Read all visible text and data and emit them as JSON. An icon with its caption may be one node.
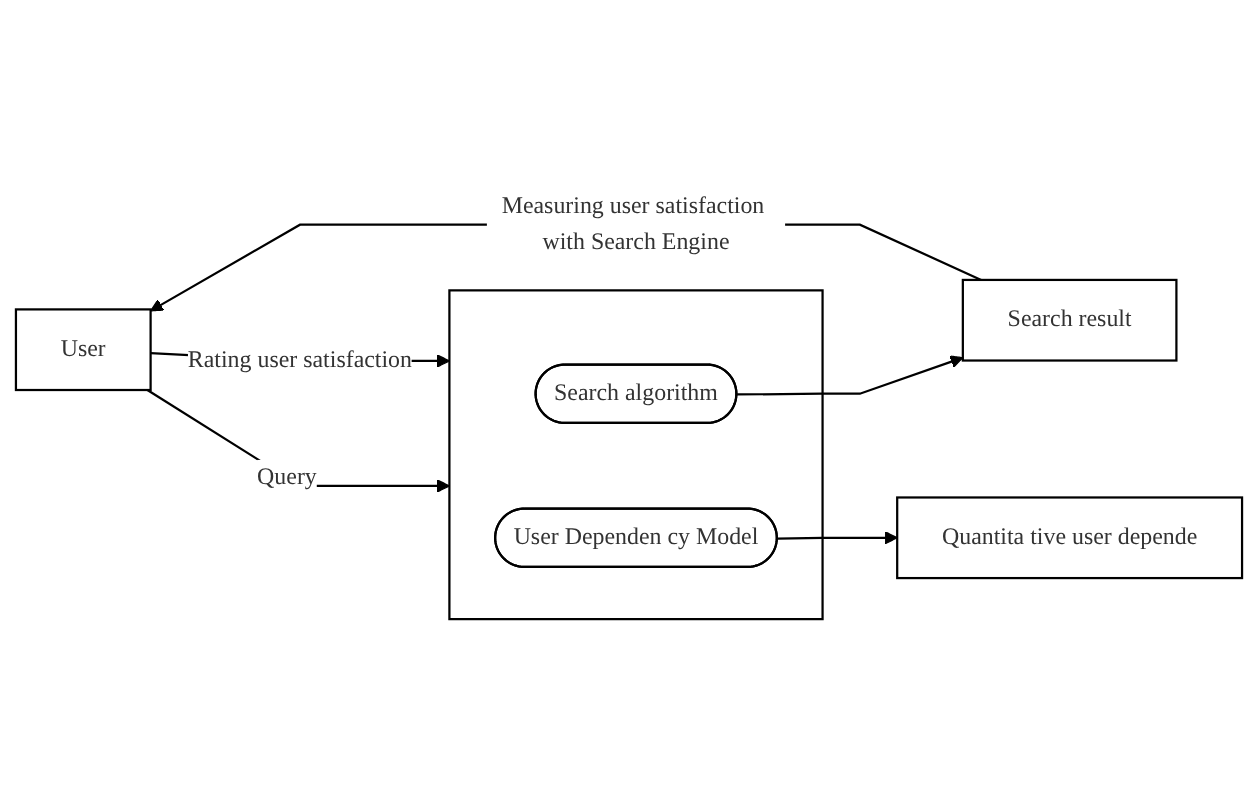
{
  "diagram": {
    "nodes": [
      {
        "text": [
          "User"
        ]
      },
      {
        "text": [],
        "shape": "box"
      },
      {
        "text": [
          "Search algorithm"
        ],
        "in": 1
      },
      {
        "text": [
          "User Dependen cy Model"
        ],
        "in": 1
      },
      {
        "text": [
          "Search result"
        ]
      },
      {
        "text": [
          "Quantita tive user depende"
        ]
      }
    ],
    "edges": [
      {
        "from": 0,
        "to": 1,
        "arrow": "to",
        "label": "Query"
      },
      {
        "from": 0,
        "to": 1,
        "arrow": "to",
        "label": "Rating user satisfaction"
      },
      {
        "from": 2,
        "to": 4,
        "arrow": "to"
      },
      {
        "from": 3,
        "to": 5,
        "arrow": "to"
      },
      {
        "from": 4,
        "to": 0,
        "arrow": "to",
        "label": "Measuring user satisfaction with Search Engine"
      }
    ]
  }
}
